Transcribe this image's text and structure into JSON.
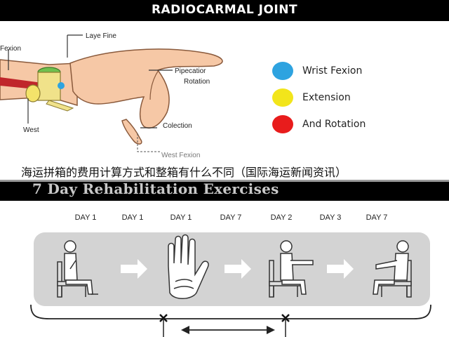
{
  "header": {
    "title": "RADIOCARMAL JOINT"
  },
  "diagram_labels": {
    "fexion": "Fexion",
    "laye_fine": "Laye Fine",
    "pipecatior": "Pipecatior",
    "rotation": "Rotation",
    "west": "West",
    "collection": "Colection",
    "west_fexion": "West Fexion"
  },
  "legend": [
    {
      "label": "Wrist Fexion",
      "color": "#2ea3e0"
    },
    {
      "label": "Extension",
      "color": "#f2e51b"
    },
    {
      "label": "And Rotation",
      "color": "#e81c1c"
    }
  ],
  "subtitle": "海运拼箱的费用计算方式和整箱有什么不同（国际海运新闻资讯）",
  "rehab": {
    "title": "7 Day Rehabilitation Exercises",
    "days": [
      "DAY 1",
      "DAY 1",
      "DAY 1",
      "DAY 7",
      "DAY 2",
      "DAY 3",
      "DAY 7"
    ]
  },
  "colors": {
    "skin": "#f6c8a6",
    "skin_outline": "#8a5a3c",
    "panel": "#d3d3d3",
    "arrow": "#ffffff"
  }
}
